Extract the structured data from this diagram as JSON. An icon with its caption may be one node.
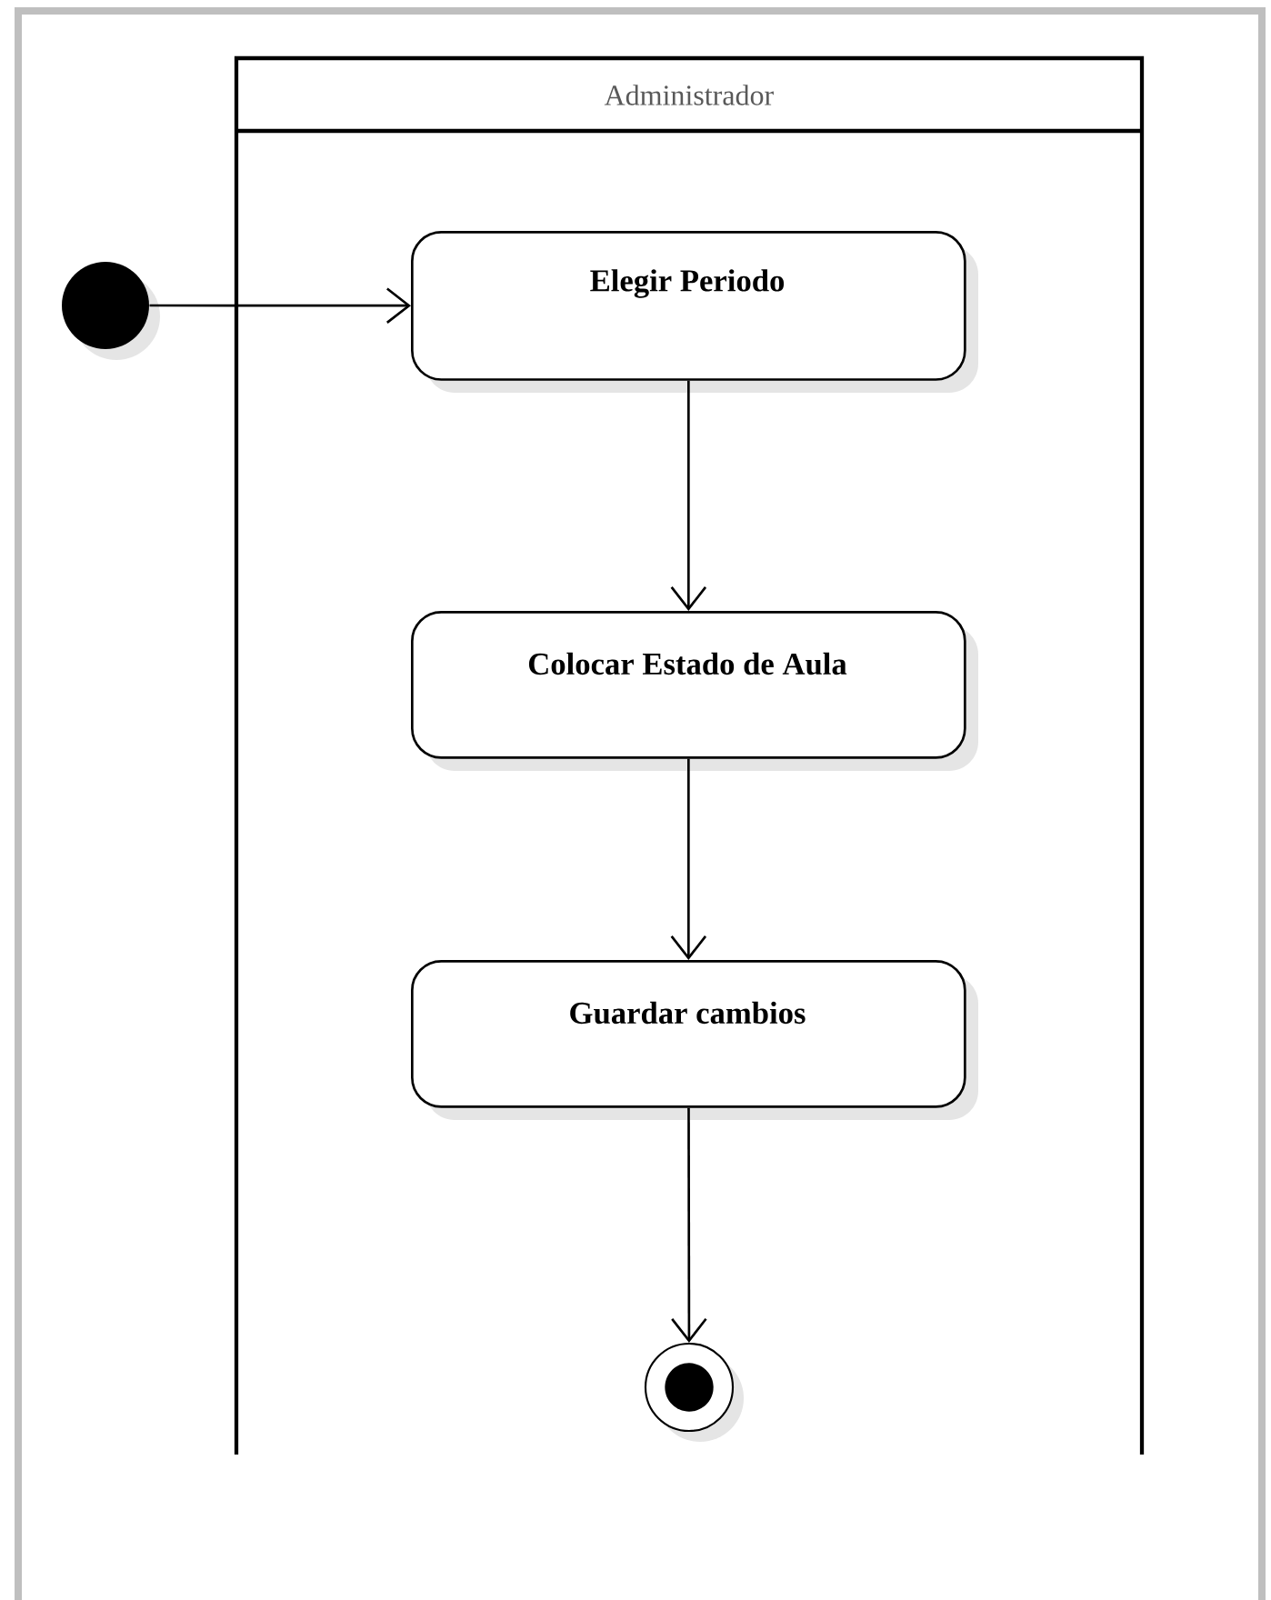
{
  "diagram": {
    "nodes": [
      {
        "text": [
          "Administrador"
        ]
      },
      {
        "text": [],
        "shape": "circle"
      },
      {
        "text": [
          "Elegir Periodo"
        ],
        "in": 0
      },
      {
        "text": [
          "Colocar Estado de Aula"
        ],
        "in": 0
      },
      {
        "text": [
          "Guardar cambios"
        ],
        "in": 0
      },
      {
        "text": [],
        "shape": "bullseye",
        "in": 0
      }
    ],
    "edges": [
      {
        "from": 1,
        "to": 2,
        "arrow": "to"
      },
      {
        "from": 2,
        "to": 3,
        "arrow": "to"
      },
      {
        "from": 3,
        "to": 4,
        "arrow": "to"
      },
      {
        "from": 4,
        "to": 5,
        "arrow": "to"
      }
    ]
  }
}
